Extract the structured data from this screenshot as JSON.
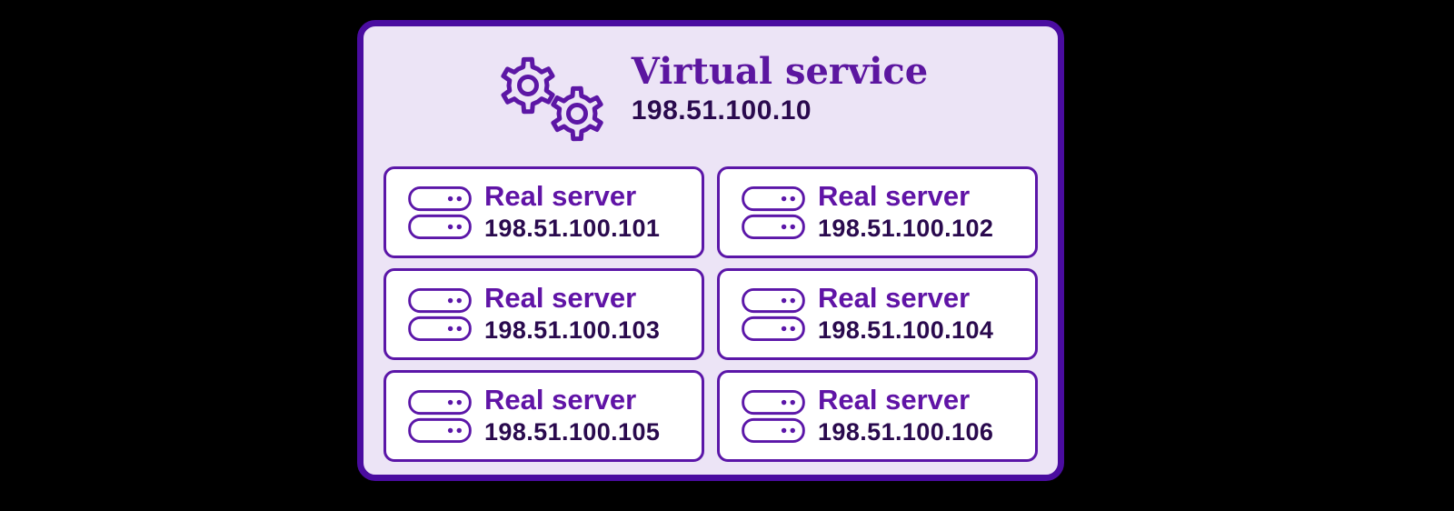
{
  "canvas": {
    "background": "#000000"
  },
  "card": {
    "background": "#ece4f6",
    "border_color": "#4a0ca0"
  },
  "header": {
    "icon": "gears-icon",
    "title": "Virtual service",
    "ip": "198.51.100.10"
  },
  "colors": {
    "title_purple": "#5c16a0",
    "label_purple": "#6014a6",
    "ip_dark": "#2a0a4e",
    "box_border_purple": "#5b16a8",
    "icon_purple": "#5b16a8"
  },
  "servers": [
    {
      "icon": "server-icon",
      "label": "Real server",
      "ip": "198.51.100.101"
    },
    {
      "icon": "server-icon",
      "label": "Real server",
      "ip": "198.51.100.102"
    },
    {
      "icon": "server-icon",
      "label": "Real server",
      "ip": "198.51.100.103"
    },
    {
      "icon": "server-icon",
      "label": "Real server",
      "ip": "198.51.100.104"
    },
    {
      "icon": "server-icon",
      "label": "Real server",
      "ip": "198.51.100.105"
    },
    {
      "icon": "server-icon",
      "label": "Real server",
      "ip": "198.51.100.106"
    }
  ]
}
